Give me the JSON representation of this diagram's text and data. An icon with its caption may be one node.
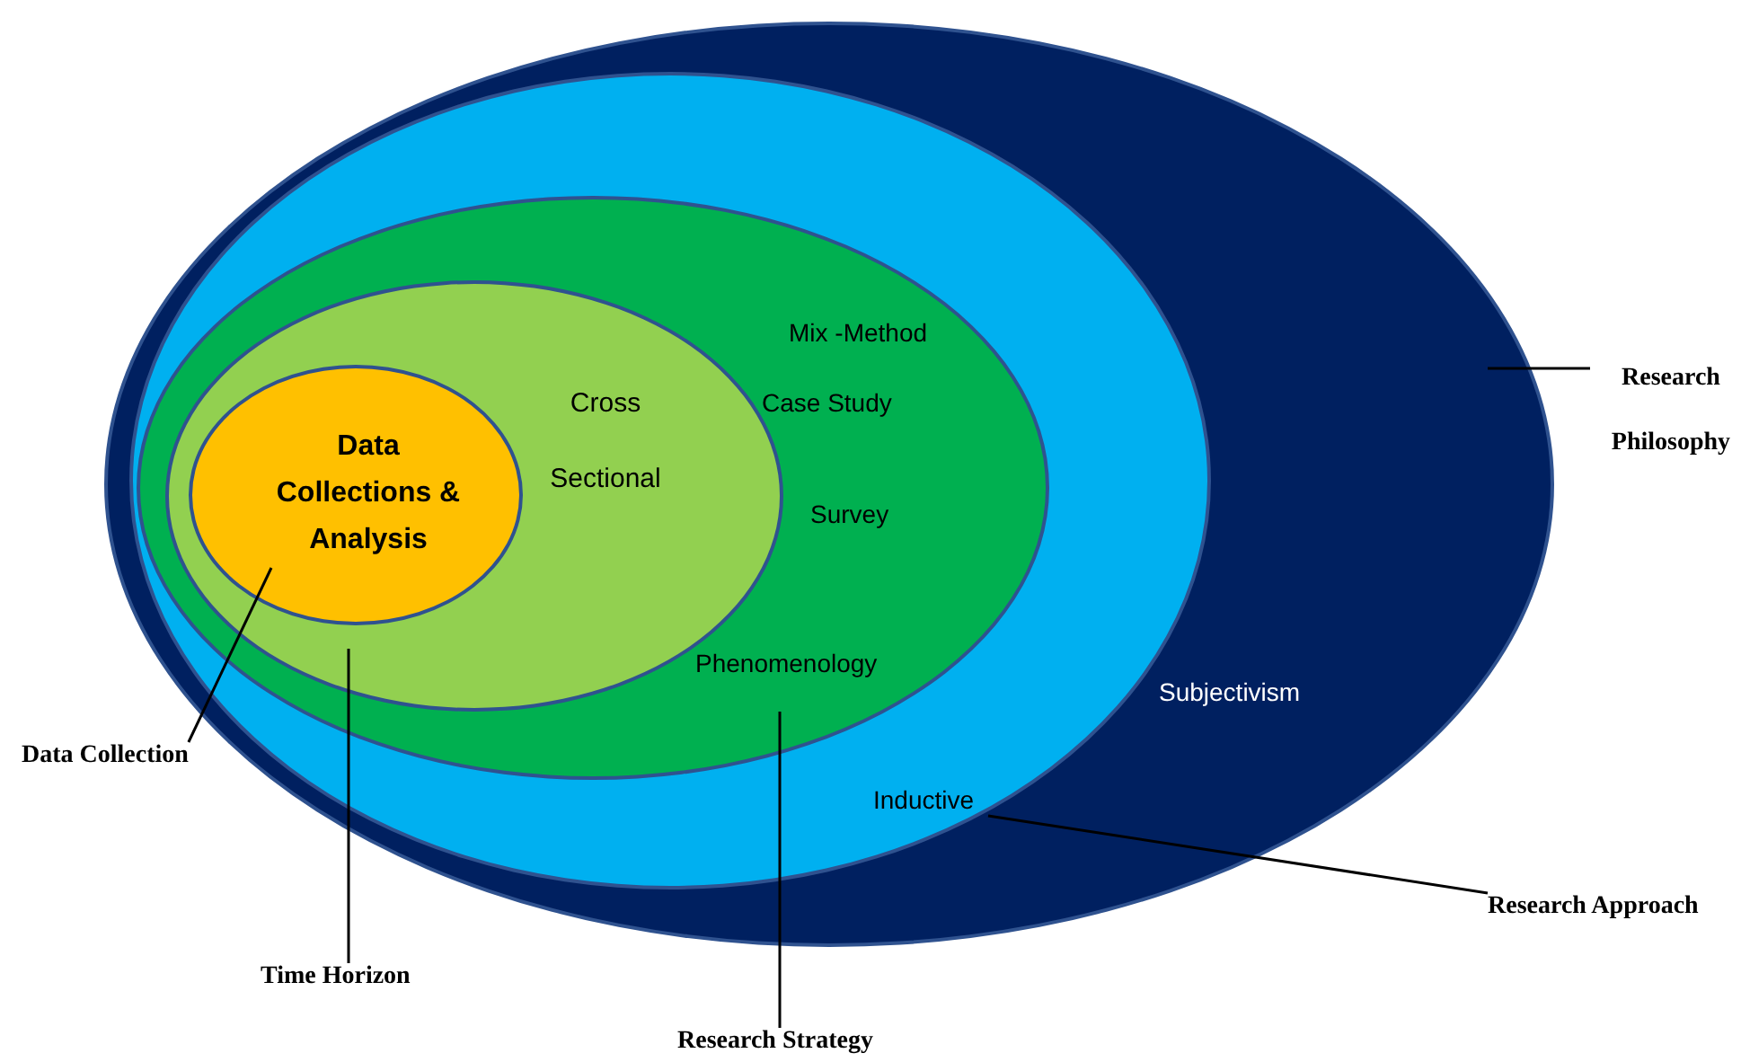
{
  "diagram": {
    "nodes": [
      {
        "text": [
          "Subjectivism"
        ]
      },
      {
        "text": [
          "Inductive"
        ],
        "in": 0
      },
      {
        "text": [
          "Mix -Method",
          "Case Study",
          "Survey",
          "Phenomenology"
        ],
        "in": 1
      },
      {
        "text": [
          "Cross Sectional"
        ],
        "in": 2
      },
      {
        "text": [
          "Data Collections & Analysis"
        ],
        "in": 3
      },
      {
        "text": [
          "Research Philosophy"
        ]
      },
      {
        "text": [
          "Research Approach"
        ]
      },
      {
        "text": [
          "Research Strategy"
        ]
      },
      {
        "text": [
          "Time Horizon"
        ]
      },
      {
        "text": [
          "Data Collection"
        ]
      }
    ],
    "edges": [
      {
        "from": 5,
        "to": 0,
        "arrow": "none"
      },
      {
        "from": 6,
        "to": 1,
        "arrow": "none"
      },
      {
        "from": 7,
        "to": 2,
        "arrow": "none"
      },
      {
        "from": 8,
        "to": 3,
        "arrow": "none"
      },
      {
        "from": 9,
        "to": 4,
        "arrow": "none"
      }
    ]
  }
}
